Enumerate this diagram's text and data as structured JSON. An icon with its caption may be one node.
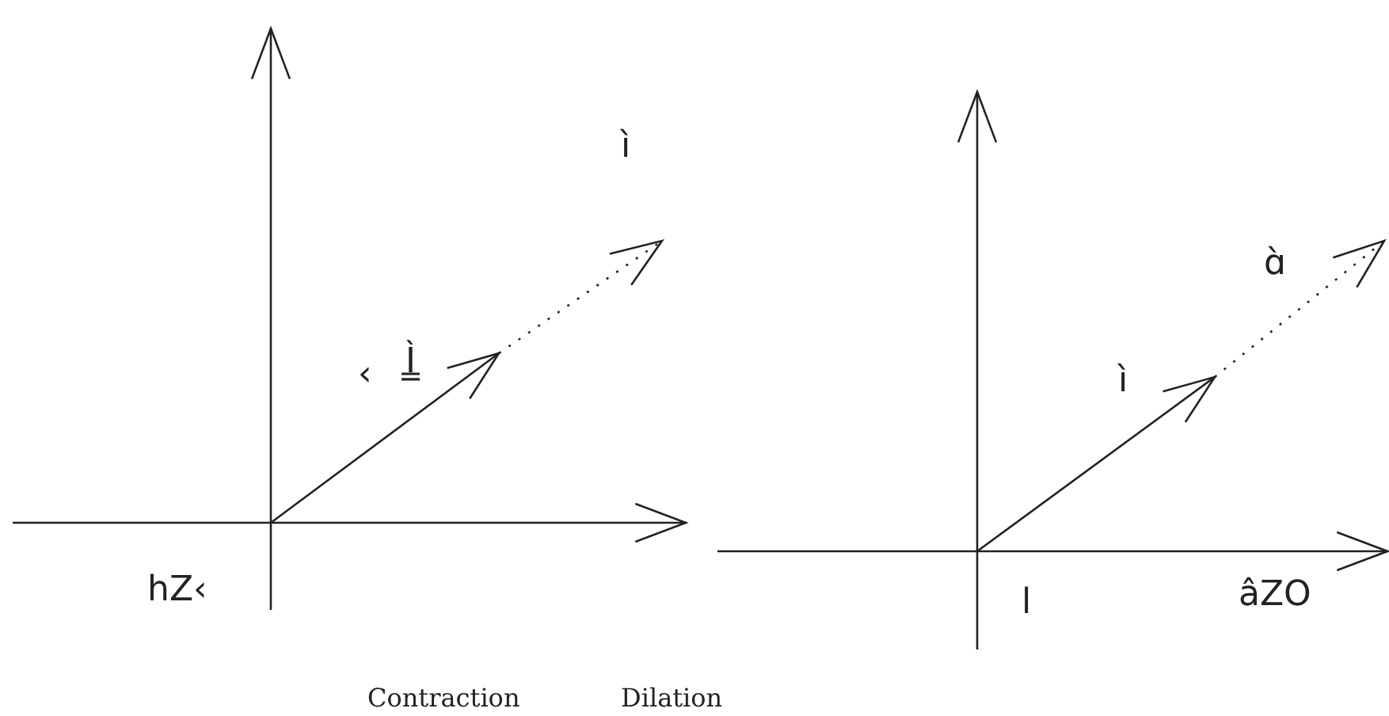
{
  "diagram": {
    "labels": [
      "ì",
      "‹",
      "Ì̳",
      "hZ‹",
      "Contraction",
      "ɑ̀",
      "ì",
      "âZO",
      "l",
      "Dilation"
    ]
  }
}
